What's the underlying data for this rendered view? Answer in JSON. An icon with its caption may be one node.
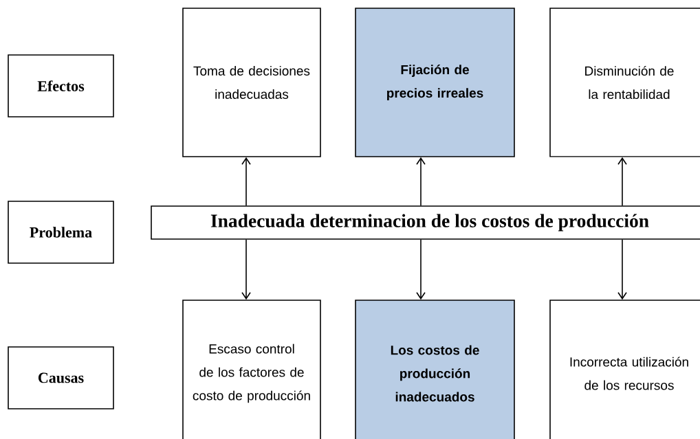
{
  "diagram": {
    "nodes": [
      {
        "text": [
          "Efectos"
        ]
      },
      {
        "text": [
          "Toma de decisiones inadecuadas"
        ]
      },
      {
        "text": [
          "Fijación de precios irreales"
        ]
      },
      {
        "text": [
          "Disminución de la rentabilidad"
        ]
      },
      {
        "text": [
          "Problema"
        ]
      },
      {
        "text": [
          "Inadecuada determinacion de los  costos de producción"
        ]
      },
      {
        "text": [
          "Causas"
        ]
      },
      {
        "text": [
          "Escaso control de los factores de costo de producción"
        ]
      },
      {
        "text": [
          "Los costos de producción inadecuados"
        ]
      },
      {
        "text": [
          "Incorrecta utilización de los recursos"
        ]
      }
    ],
    "edges": [
      {
        "from": 5,
        "to": 1,
        "arrow": "to"
      },
      {
        "from": 5,
        "to": 2,
        "arrow": "to"
      },
      {
        "from": 5,
        "to": 3,
        "arrow": "to"
      },
      {
        "from": 5,
        "to": 7,
        "arrow": "to"
      },
      {
        "from": 5,
        "to": 8,
        "arrow": "to"
      },
      {
        "from": 5,
        "to": 9,
        "arrow": "to"
      }
    ]
  }
}
